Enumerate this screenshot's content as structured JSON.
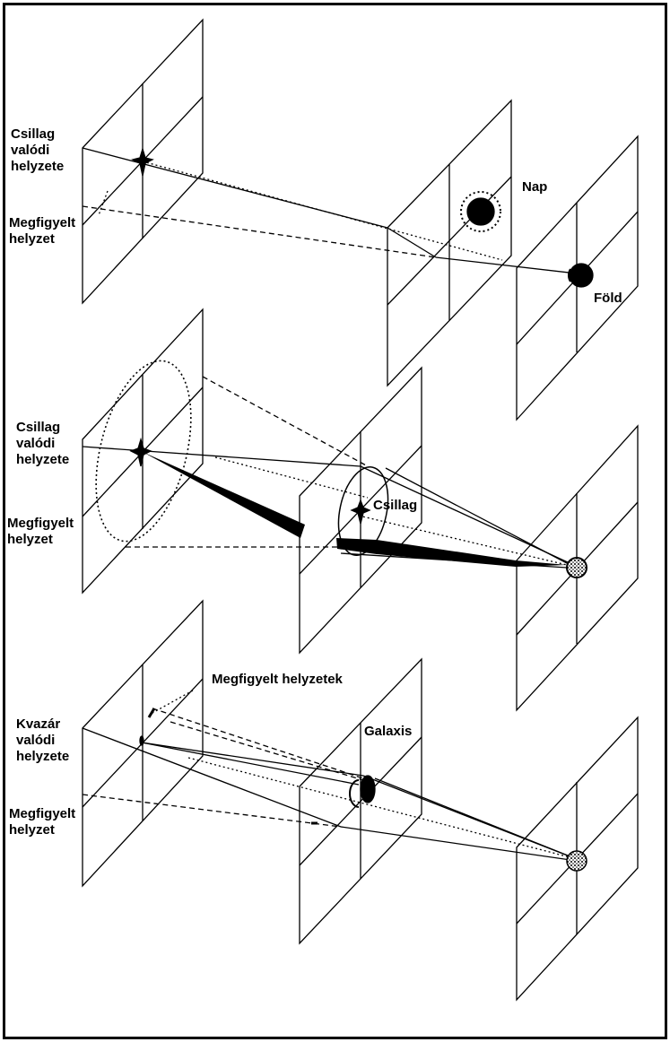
{
  "panels": [
    {
      "labels": {
        "true_position": [
          "Csillag",
          "valódi",
          "helyzete"
        ],
        "observed_position": [
          "Megfigyelt",
          "helyzet"
        ],
        "sun": "Nap",
        "earth": "Föld"
      }
    },
    {
      "labels": {
        "true_position": [
          "Csillag",
          "valódi",
          "helyzete"
        ],
        "observed_position": [
          "Megfigyelt",
          "helyzet"
        ],
        "lens_star": "Csillag"
      }
    },
    {
      "labels": {
        "true_position": [
          "Kvazár",
          "valódi",
          "helyzete"
        ],
        "observed_position": [
          "Megfigyelt",
          "helyzet"
        ],
        "observed_positions": "Megfigyelt helyzetek",
        "galaxy": "Galaxis"
      }
    }
  ],
  "colors": {
    "ink": "#000000",
    "background": "#ffffff"
  }
}
